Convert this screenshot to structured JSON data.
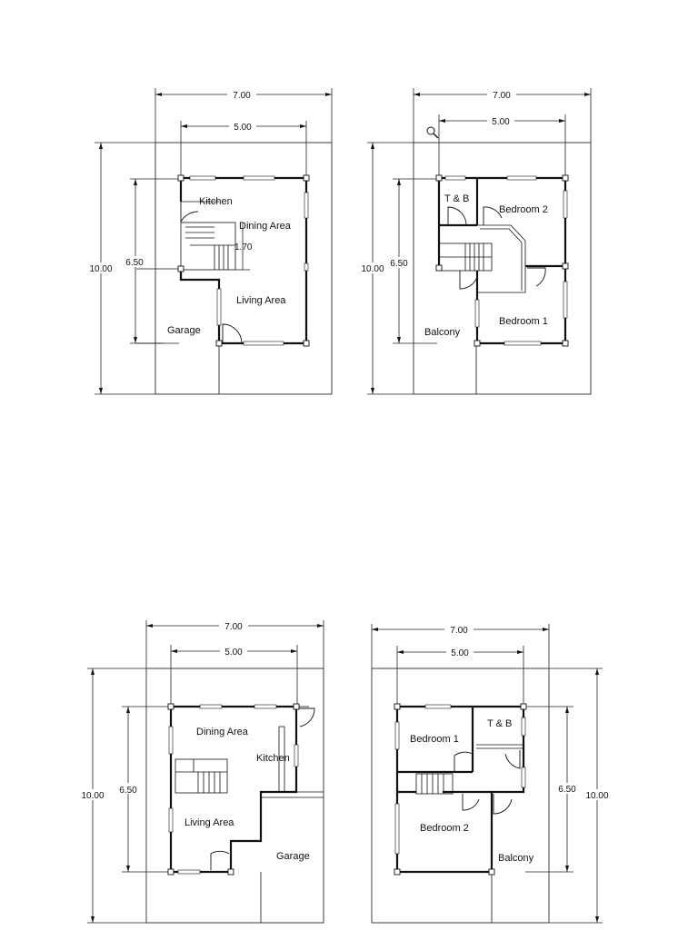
{
  "plans": [
    {
      "dims": {
        "width_outer": "7.00",
        "width_inner": "5.00",
        "height_outer": "10.00",
        "height_inner": "6.50",
        "extra": "1.70"
      },
      "rooms": [
        "Kitchen",
        "Dining Area",
        "Living Area",
        "Garage"
      ]
    },
    {
      "dims": {
        "width_outer": "7.00",
        "width_inner": "5.00",
        "height_outer": "10.00",
        "height_inner": "6.50"
      },
      "rooms": [
        "T & B",
        "Bedroom 2",
        "Bedroom 1",
        "Balcony"
      ]
    },
    {
      "dims": {
        "width_outer": "7.00",
        "width_inner": "5.00",
        "height_outer": "10.00",
        "height_inner": "6.50"
      },
      "rooms": [
        "Dining Area",
        "Kitchen",
        "Living Area",
        "Garage"
      ]
    },
    {
      "dims": {
        "width_outer": "7.00",
        "width_inner": "5.00",
        "height_outer": "10.00",
        "height_inner": "6.50"
      },
      "rooms": [
        "Bedroom 1",
        "T & B",
        "Bedroom 2",
        "Balcony"
      ]
    }
  ],
  "icons": {
    "zoom": "magnifier-icon"
  }
}
